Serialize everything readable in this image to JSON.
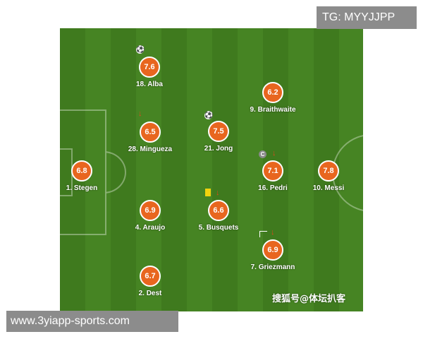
{
  "watermarks": {
    "tg_label": "TG: MYYJJPP",
    "site_url": "www.3yiapp-sports.com",
    "sohu_label": "搜狐号@体坛扒客"
  },
  "colors": {
    "pitch_dark": "#3f7a1e",
    "pitch_light": "#468423",
    "rating_bg": "#e8661f",
    "sub_arrow": "#e0471c",
    "yellow_card": "#f2d20e"
  },
  "players": [
    {
      "id": "alba",
      "rating": "7.6",
      "name": "18. Alba",
      "badges": [
        "goal-ball-icon"
      ]
    },
    {
      "id": "braithwaite",
      "rating": "6.2",
      "name": "9. Braithwaite",
      "badges": []
    },
    {
      "id": "mingueza",
      "rating": "6.5",
      "name": "28. Mingueza",
      "badges": [
        "sub-off-arrow-icon"
      ]
    },
    {
      "id": "jong",
      "rating": "7.5",
      "name": "21. Jong",
      "badges": [
        "goal-ball-icon"
      ]
    },
    {
      "id": "stegen",
      "rating": "6.8",
      "name": "1. Stegen",
      "badges": []
    },
    {
      "id": "pedri",
      "rating": "7.1",
      "name": "16. Pedri",
      "badges": [
        "captain-icon",
        "sub-off-arrow-icon"
      ]
    },
    {
      "id": "messi",
      "rating": "7.8",
      "name": "10. Messi",
      "badges": []
    },
    {
      "id": "araujo",
      "rating": "6.9",
      "name": "4. Araujo",
      "badges": []
    },
    {
      "id": "busquets",
      "rating": "6.6",
      "name": "5. Busquets",
      "badges": [
        "yellow-card-icon",
        "sub-off-arrow-icon"
      ]
    },
    {
      "id": "griezmann",
      "rating": "6.9",
      "name": "7. Griezmann",
      "badges": [
        "assist-flag-icon",
        "sub-off-arrow-icon"
      ]
    },
    {
      "id": "dest",
      "rating": "6.7",
      "name": "2. Dest",
      "badges": []
    }
  ]
}
